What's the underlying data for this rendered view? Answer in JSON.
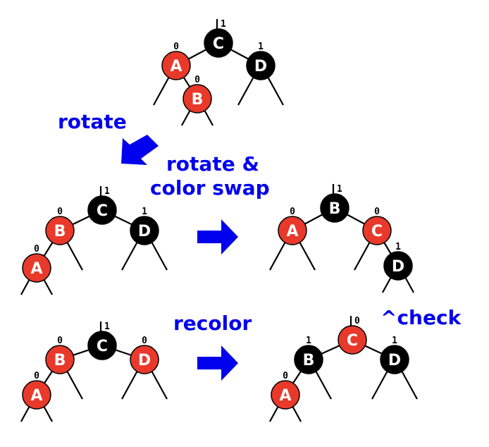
{
  "colors": {
    "red": "#e8392b",
    "black": "#000000",
    "label": "#0000ee",
    "edge": "#000000"
  },
  "labels": {
    "rotate": "rotate",
    "rotate_swap_line1": "rotate &",
    "rotate_swap_line2": "color swap",
    "recolor": "recolor",
    "check": "^check"
  },
  "trees": [
    {
      "id": "initial",
      "nodes": [
        {
          "key": "C",
          "color": "black",
          "bh": "1",
          "root": true
        },
        {
          "key": "A",
          "color": "red",
          "bh": "0",
          "parent": "C",
          "side": "left"
        },
        {
          "key": "D",
          "color": "black",
          "bh": "1",
          "parent": "C",
          "side": "right"
        },
        {
          "key": "B",
          "color": "red",
          "bh": "0",
          "parent": "A",
          "side": "right"
        }
      ]
    },
    {
      "id": "after-rotate",
      "nodes": [
        {
          "key": "C",
          "color": "black",
          "bh": "1",
          "root": true
        },
        {
          "key": "B",
          "color": "red",
          "bh": "0",
          "parent": "C",
          "side": "left"
        },
        {
          "key": "D",
          "color": "black",
          "bh": "1",
          "parent": "C",
          "side": "right"
        },
        {
          "key": "A",
          "color": "red",
          "bh": "0",
          "parent": "B",
          "side": "left"
        }
      ]
    },
    {
      "id": "after-rotate-swap",
      "nodes": [
        {
          "key": "B",
          "color": "black",
          "bh": "1",
          "root": true
        },
        {
          "key": "A",
          "color": "red",
          "bh": "0",
          "parent": "B",
          "side": "left"
        },
        {
          "key": "C",
          "color": "red",
          "bh": "0",
          "parent": "B",
          "side": "right"
        },
        {
          "key": "D",
          "color": "black",
          "bh": "1",
          "parent": "C",
          "side": "right"
        }
      ]
    },
    {
      "id": "recolor-before",
      "nodes": [
        {
          "key": "C",
          "color": "black",
          "bh": "1",
          "root": true
        },
        {
          "key": "B",
          "color": "red",
          "bh": "0",
          "parent": "C",
          "side": "left"
        },
        {
          "key": "D",
          "color": "red",
          "bh": "0",
          "parent": "C",
          "side": "right"
        },
        {
          "key": "A",
          "color": "red",
          "bh": "0",
          "parent": "B",
          "side": "left"
        }
      ]
    },
    {
      "id": "recolor-after",
      "nodes": [
        {
          "key": "C",
          "color": "red",
          "bh": "0",
          "root": true
        },
        {
          "key": "B",
          "color": "black",
          "bh": "1",
          "parent": "C",
          "side": "left"
        },
        {
          "key": "D",
          "color": "black",
          "bh": "1",
          "parent": "C",
          "side": "right"
        },
        {
          "key": "A",
          "color": "red",
          "bh": "0",
          "parent": "B",
          "side": "left"
        }
      ]
    }
  ]
}
